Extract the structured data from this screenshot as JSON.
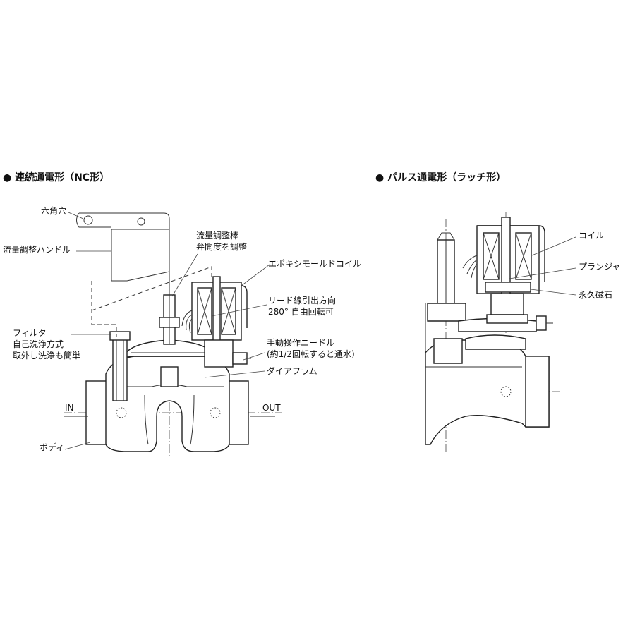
{
  "left_section": {
    "title": "● 連続通電形（NC形）",
    "labels": {
      "hex_hole": "六角穴",
      "flow_handle": "流量調整ハンドル",
      "flow_rod_1": "流量調整棒",
      "flow_rod_2": "弁開度を調整",
      "epoxy_coil": "エポキシモールドコイル",
      "lead_1": "リード線引出方向",
      "lead_2": "280° 自由回転可",
      "filter_1": "フィルタ",
      "filter_2": "自己洗浄方式",
      "filter_3": "取外し洗浄も簡単",
      "manual_1": "手動操作ニードル",
      "manual_2": "(約1/2回転すると通水)",
      "diaphragm": "ダイアフラム",
      "in": "IN",
      "out": "OUT",
      "body": "ボディ"
    }
  },
  "right_section": {
    "title": "● パルス通電形（ラッチ形）",
    "labels": {
      "coil": "コイル",
      "plunger": "プランジャ",
      "magnet": "永久磁石"
    }
  }
}
